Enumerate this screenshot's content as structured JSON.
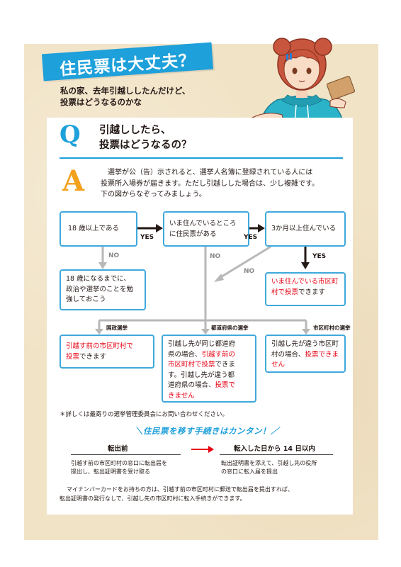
{
  "header": {
    "title": "住民票は大丈夫？",
    "subtitle_line1": "私の家、去年引越ししたんだけど、",
    "subtitle_line2": "投票はどうなるのかな"
  },
  "qa": {
    "q_letter": "Q",
    "question_line1": "引越ししたら、",
    "question_line2": "投票はどうなるの？",
    "a_letter": "A",
    "answer_line1": "選挙が公（告）示されると、選挙人名簿に登録されている人には",
    "answer_line2": "投票所入場券が届きます。ただし引越しした場合は、少し複雑です。",
    "answer_line3": "下の図からなぞってみましょう。"
  },
  "flow": {
    "box_age": "18 歳以上である",
    "box_residence_line1": "いま住んでいるところ",
    "box_residence_line2": "に住民票がある",
    "box_three_months": "3か月以上住んでいる",
    "yes1": "YES",
    "yes2": "YES",
    "yes3": "YES",
    "no1": "NO",
    "no2": "NO",
    "no3": "NO",
    "box_under18_line1": "18 歳になるまでに、",
    "box_under18_line2": "政治や選挙のことを勉",
    "box_under18_line3": "強しておこう",
    "box_current_red1": "いま住んでいる市区町",
    "box_current_red2": "村で投票",
    "box_current_tail": "できます",
    "branch_national": "国政選挙",
    "branch_prefecture": "都道府県の選挙",
    "branch_municipal": "市区町村の選挙",
    "box_national_red1": "引越す前の市区町村で",
    "box_national_red2": "投票",
    "box_national_tail": "できます",
    "box_pref_l1": "引越し先が同じ都道府",
    "box_pref_l2a": "県の場合、",
    "box_pref_l2b": "引越す前の",
    "box_pref_l3a": "市区町村で投票",
    "box_pref_l3b": "できま",
    "box_pref_l4": "す。引越し先が違う都",
    "box_pref_l5a": "道府県の場合、",
    "box_pref_l5b": "投票で",
    "box_pref_l6": "きません",
    "box_muni_l1": "引越し先が違う市区町",
    "box_muni_l2a": "村の場合、",
    "box_muni_l2b": "投票できま",
    "box_muni_l3": "せん"
  },
  "note": "＊詳しくは最寄りの選挙管理委員会にお問い合わせください。",
  "procedure": {
    "title": "＼住民票を移す手続きはカンタン！／",
    "left_header": "転出前",
    "right_header": "転入した日から 14 日以内",
    "left_desc_line1": "引越す前の市区町村の窓口に転出届を",
    "left_desc_line2": "提出し、転出証明書を受け取る",
    "right_desc_line1": "転出証明書を添えて、引越し先の役所",
    "right_desc_line2": "の窓口に転入届を提出",
    "mynumber_line1": "マイナンバーカードをお持ちの方は、引越す前の市区町村に郵送で転出届を提出すれば、",
    "mynumber_line2": "転出証明書の発行なしで、引越し先の市区町村に転入手続きができます。"
  },
  "colors": {
    "accent_blue": "#1ea0da",
    "answer_orange": "#f3a01b",
    "warning_red": "#e60012",
    "paper_beige": "#f1e3c6",
    "hoodie_teal": "#2bb3c9"
  }
}
